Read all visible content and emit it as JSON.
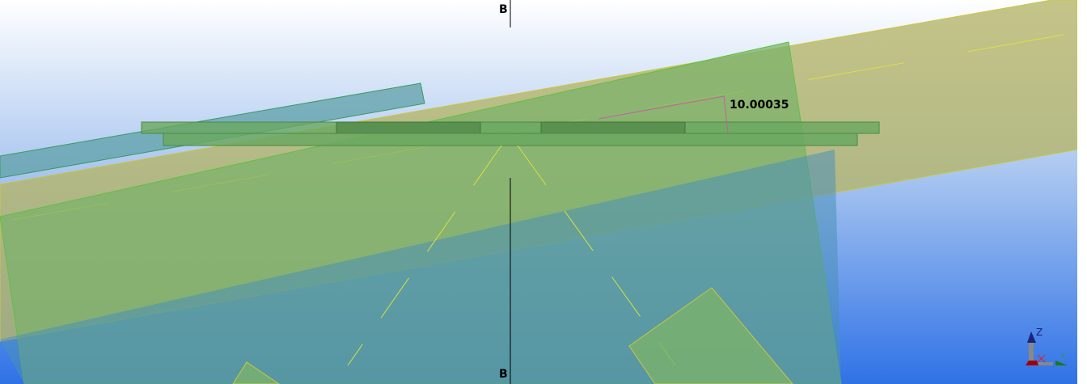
{
  "viewport": {
    "gridline_label_top": "B",
    "gridline_label_bottom": "B",
    "dimension_value": "10.00035",
    "axis_label_z": "Z",
    "axis_label_x": "X",
    "axis_label_y": "Y"
  },
  "colors": {
    "background_top": "#ffffff",
    "background_bottom": "#2f72e6",
    "plate_green": "#7fb56a",
    "beam_yellow": "#b8b870",
    "dimension_line": "#c060a0"
  }
}
